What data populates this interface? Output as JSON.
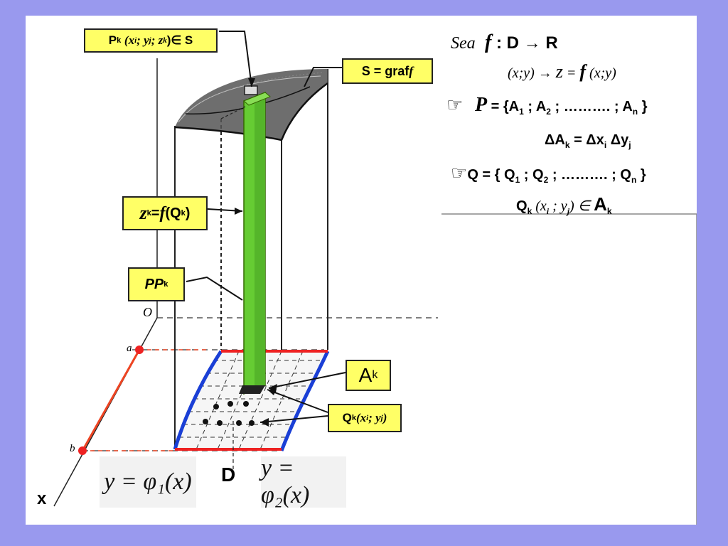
{
  "labels": {
    "pk": {
      "p": "P",
      "k": "k",
      "coords": "(x",
      "i": "i",
      "sep1": " ; y",
      "j": "j",
      "sep2": " ; z",
      "k2": "k",
      "elem": " )∈ S"
    },
    "s_graf": {
      "text": "S = graf ",
      "f": "f"
    },
    "zk": {
      "z": "z",
      "k": "k",
      "eq": " = ",
      "f": "f",
      "q": " (Q",
      "k2": "k",
      "close": ")"
    },
    "ppk": {
      "pp": "PP",
      "k": "k"
    },
    "ak": {
      "a": "A",
      "k": "k"
    },
    "qk": {
      "q": "Q",
      "k": "k",
      "open": "(x",
      "i": "i",
      "sep": " ; y",
      "j": "j",
      "close": ")"
    }
  },
  "axis": {
    "o": "O",
    "a": "a",
    "b": "b",
    "x": "x",
    "d": "D"
  },
  "formulas": {
    "phi1": "y = φ₁(x)",
    "phi2": "y = φ₂(x)"
  },
  "right_panel": {
    "line1": {
      "sea": "Sea",
      "f": "f",
      "rest": " : D  → R"
    },
    "line2": {
      "xy": "(x;y)",
      "arrow": " → ",
      "z": "z",
      "eq": " = ",
      "f": "f",
      "arg": " (x;y)"
    },
    "line3": {
      "hand": "☞",
      "p": "P",
      "eq": " = {A",
      "s1": "1",
      "m1": " ; A",
      "s2": "2",
      "m2": " ; ………. ; A",
      "sn": "n",
      "close": " }"
    },
    "line4": {
      "da": "ΔA",
      "k": "k",
      "eq": " =  Δx",
      "i": "i",
      "dy": " Δy",
      "j": "j"
    },
    "line5": {
      "hand": "☞",
      "q": "Q = { Q",
      "s1": "1",
      "m1": " ; Q",
      "s2": "2",
      "m2": " ; ………. ; Q",
      "sn": "n",
      "close": " }"
    },
    "line6": {
      "q": "Q",
      "k": "k",
      "open": " (x",
      "i": "i",
      "sep": " ; y",
      "j": "j",
      "close": ")  ∈ ",
      "a": "A",
      "ak": "k"
    }
  },
  "colors": {
    "background": "#9999ee",
    "label_fill": "#ffff66",
    "prism": "#66cc33",
    "edge_blue": "#1a3fd6",
    "edge_red": "#ee2222",
    "axis_red": "#ee4422"
  }
}
